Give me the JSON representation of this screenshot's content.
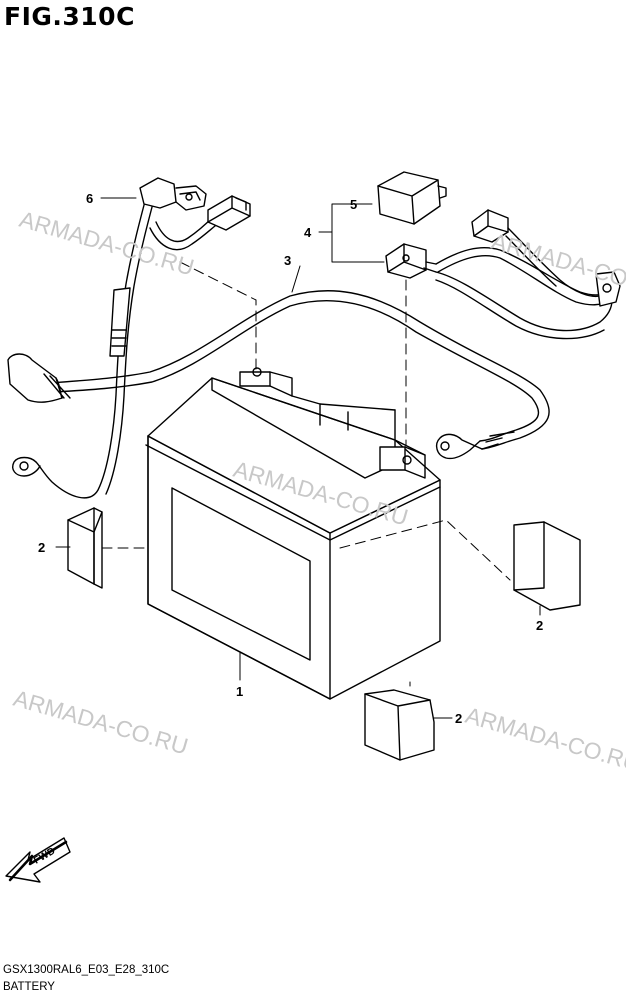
{
  "figure": {
    "title": "FIG.310C",
    "diagram_code": "GSX1300RAL6_E03_E28_310C",
    "diagram_name": "BATTERY"
  },
  "callouts": {
    "battery": "1",
    "pad_left": "2",
    "pad_right": "2",
    "pad_bottom": "2",
    "lead_wire": "3",
    "harness_4": "4",
    "cover_5": "5",
    "harness_6": "6"
  },
  "watermarks": [
    "ARMADA-CO.RU",
    "ARMADA-CO.RU",
    "ARMADA-CO.RU",
    "ARMADA-CO.RU",
    "ARMADA-CO.RU"
  ],
  "direction_badge": "FWD"
}
